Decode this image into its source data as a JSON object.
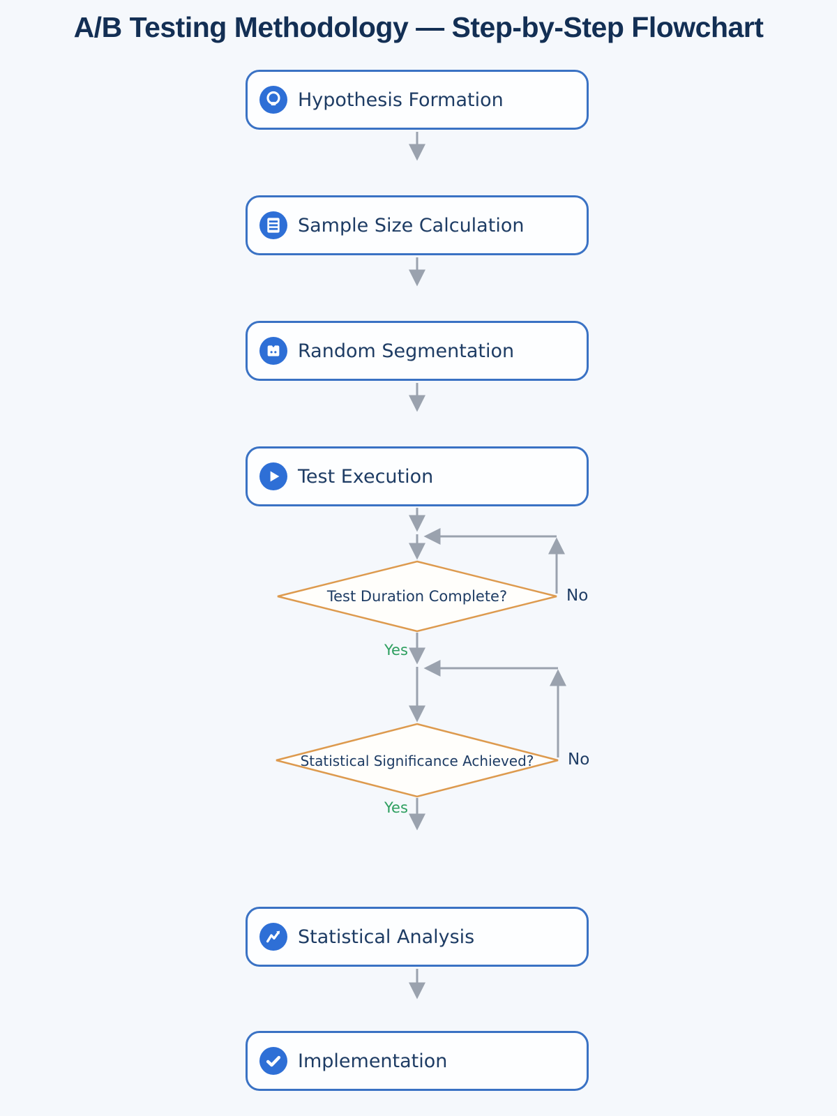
{
  "title": "A/B Testing Methodology — Step-by-Step Flowchart",
  "colors": {
    "background": "#f5f8fc",
    "box_border_blue": "#3a72c4",
    "box_fill": "#fdfeff",
    "icon_circle_blue": "#2e6fd6",
    "text_navy": "#1e3c64",
    "title_navy": "#132f54",
    "arrow_gray": "#9aa2ae",
    "diamond_border_orange": "#dd9a4e",
    "diamond_fill": "#fffefb",
    "yes_green": "#2c9e5e"
  },
  "steps": [
    {
      "label": "Hypothesis Formation",
      "icon": "lightbulb-icon"
    },
    {
      "label": "Sample Size Calculation",
      "icon": "list-icon"
    },
    {
      "label": "Random Segmentation",
      "icon": "dice-icon"
    },
    {
      "label": "Test Execution",
      "icon": "play-icon"
    },
    {
      "label": "Statistical Analysis",
      "icon": "chart-icon"
    },
    {
      "label": "Implementation",
      "icon": "check-icon"
    }
  ],
  "decisions": [
    {
      "label": "Test Duration Complete?",
      "yes_label": "Yes",
      "no_label": "No"
    },
    {
      "label": "Statistical Significance Achieved?",
      "yes_label": "Yes",
      "no_label": "No"
    }
  ]
}
